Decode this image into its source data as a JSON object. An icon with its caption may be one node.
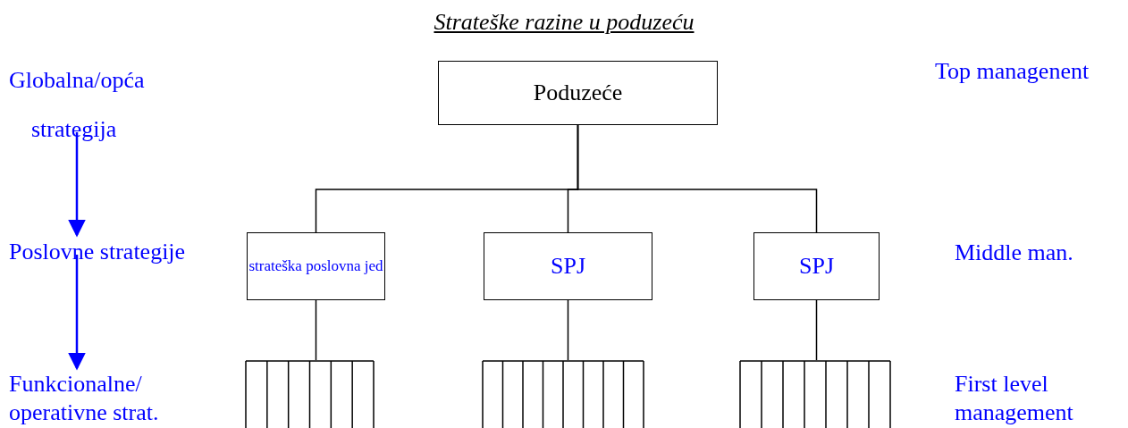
{
  "diagram": {
    "title": "Strateške razine u poduzeću",
    "nodes": [
      {
        "text": [
          "Poduzeće"
        ]
      },
      {
        "text": [
          "strateška poslovna jed"
        ]
      },
      {
        "text": [
          "SPJ"
        ]
      },
      {
        "text": [
          "SPJ"
        ]
      },
      {
        "text": [
          "Globalna/opća strategija"
        ]
      },
      {
        "text": [
          "Poslovne strategije"
        ]
      },
      {
        "text": [
          "Funkcionalne/ operativne strat."
        ]
      },
      {
        "text": [],
        "shape": "bar"
      },
      {
        "text": [],
        "shape": "bar"
      },
      {
        "text": [],
        "shape": "bar"
      }
    ],
    "edges": [
      {
        "from": 0,
        "to": 1,
        "arrow": "none"
      },
      {
        "from": 0,
        "to": 2,
        "arrow": "none"
      },
      {
        "from": 0,
        "to": 3,
        "arrow": "none"
      },
      {
        "from": 1,
        "to": 7,
        "arrow": "none"
      },
      {
        "from": 2,
        "to": 8,
        "arrow": "none"
      },
      {
        "from": 3,
        "to": 9,
        "arrow": "none"
      },
      {
        "from": 4,
        "to": 5,
        "arrow": "to",
        "color": "#0000ff"
      },
      {
        "from": 5,
        "to": 6,
        "arrow": "to",
        "color": "#0000ff"
      }
    ],
    "labels": [
      "Top managenent",
      "Middle man.",
      "First level management"
    ]
  }
}
